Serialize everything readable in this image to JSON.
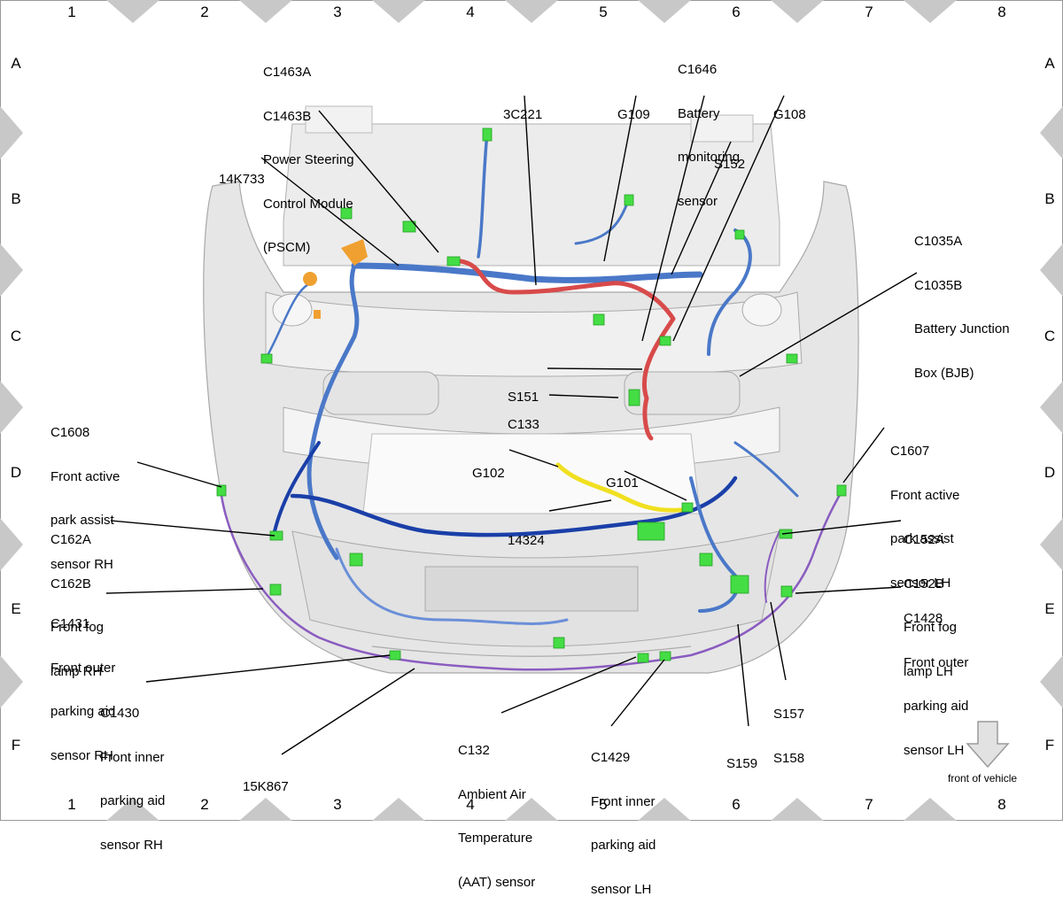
{
  "grid": {
    "columns": [
      "1",
      "2",
      "3",
      "4",
      "5",
      "6",
      "7",
      "8"
    ],
    "rows": [
      "A",
      "B",
      "C",
      "D",
      "E",
      "F"
    ]
  },
  "callouts": {
    "c1463": [
      "C1463A",
      "C1463B",
      "Power Steering",
      "Control Module",
      "(PSCM)"
    ],
    "c1646": [
      "C1646",
      "Battery",
      "monitoring",
      "sensor"
    ],
    "c3c221": [
      "3C221"
    ],
    "g109": [
      "G109"
    ],
    "g108": [
      "G108"
    ],
    "s152": [
      "S152"
    ],
    "k14k733": [
      "14K733"
    ],
    "c1035": [
      "C1035A",
      "C1035B",
      "Battery Junction",
      "Box (BJB)"
    ],
    "s151": [
      "S151"
    ],
    "c133": [
      "C133"
    ],
    "c1608": [
      "C1608",
      "Front active",
      "park assist",
      "sensor RH"
    ],
    "g102": [
      "G102"
    ],
    "g101": [
      "G101"
    ],
    "c1607": [
      "C1607",
      "Front active",
      "park assist",
      "sensor LH"
    ],
    "c162": [
      "C162A",
      "C162B",
      "Front fog",
      "lamp RH"
    ],
    "k14324": [
      "14324"
    ],
    "c152": [
      "C152A",
      "C152B",
      "Front fog",
      "lamp LH"
    ],
    "c1431": [
      "C1431",
      "Front outer",
      "parking aid",
      "sensor RH"
    ],
    "c1428": [
      "C1428",
      "Front outer",
      "parking aid",
      "sensor LH"
    ],
    "c1430": [
      "C1430",
      "Front inner",
      "parking aid",
      "sensor RH"
    ],
    "s157": [
      "S157",
      "S158"
    ],
    "c132": [
      "C132",
      "Ambient Air",
      "Temperature",
      "(AAT) sensor"
    ],
    "c1429": [
      "C1429",
      "Front inner",
      "parking aid",
      "sensor LH"
    ],
    "s159": [
      "S159"
    ],
    "k15k867": [
      "15K867"
    ]
  },
  "direction_caption": "front of vehicle",
  "colors": {
    "harness_blue": "#4a78c8",
    "harness_dark_blue": "#1a3fa8",
    "harness_red": "#d84a4a",
    "harness_yellow": "#f0e020",
    "harness_purple": "#8a5cc0",
    "connector_green": "#44dd44",
    "body_gray": "#d8d8d8"
  }
}
